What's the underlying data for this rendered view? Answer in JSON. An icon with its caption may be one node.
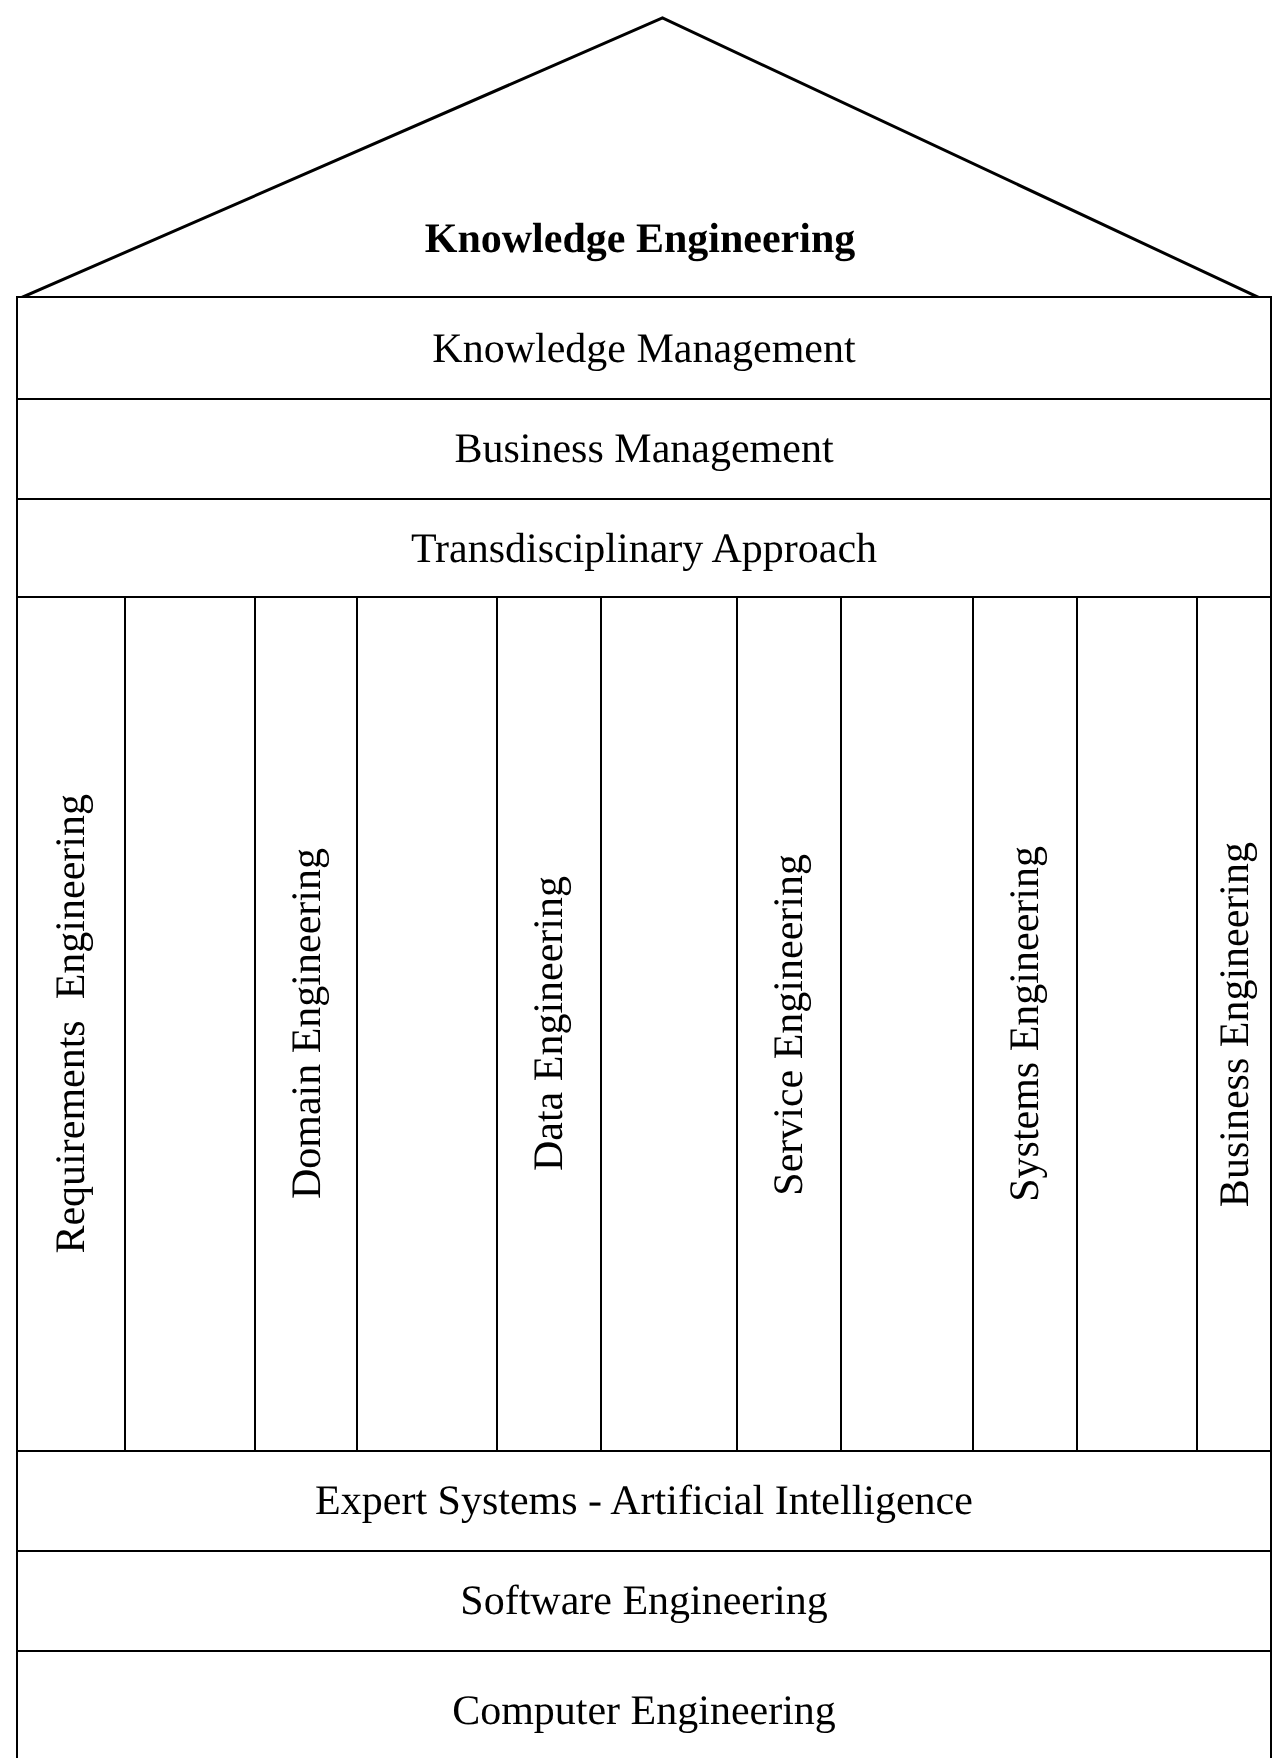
{
  "diagram": {
    "nodes": [
      {
        "text": [
          "Knowledge Engineering"
        ]
      },
      {
        "text": [
          "Knowledge Management"
        ]
      },
      {
        "text": [
          "Business Management"
        ]
      },
      {
        "text": [
          "Transdisciplinary Approach"
        ]
      },
      {
        "text": [
          "Requirements  Engineering"
        ]
      },
      {
        "text": [
          "Domain Engineering"
        ]
      },
      {
        "text": [
          "Data Engineering"
        ]
      },
      {
        "text": [
          "Service Engineering"
        ]
      },
      {
        "text": [
          "Systems Engineering"
        ]
      },
      {
        "text": [
          "Business Engineering"
        ]
      },
      {
        "text": [
          "Expert Systems - Artificial Intelligence"
        ]
      },
      {
        "text": [
          "Software Engineering"
        ]
      },
      {
        "text": [
          "Computer Engineering"
        ]
      }
    ]
  }
}
